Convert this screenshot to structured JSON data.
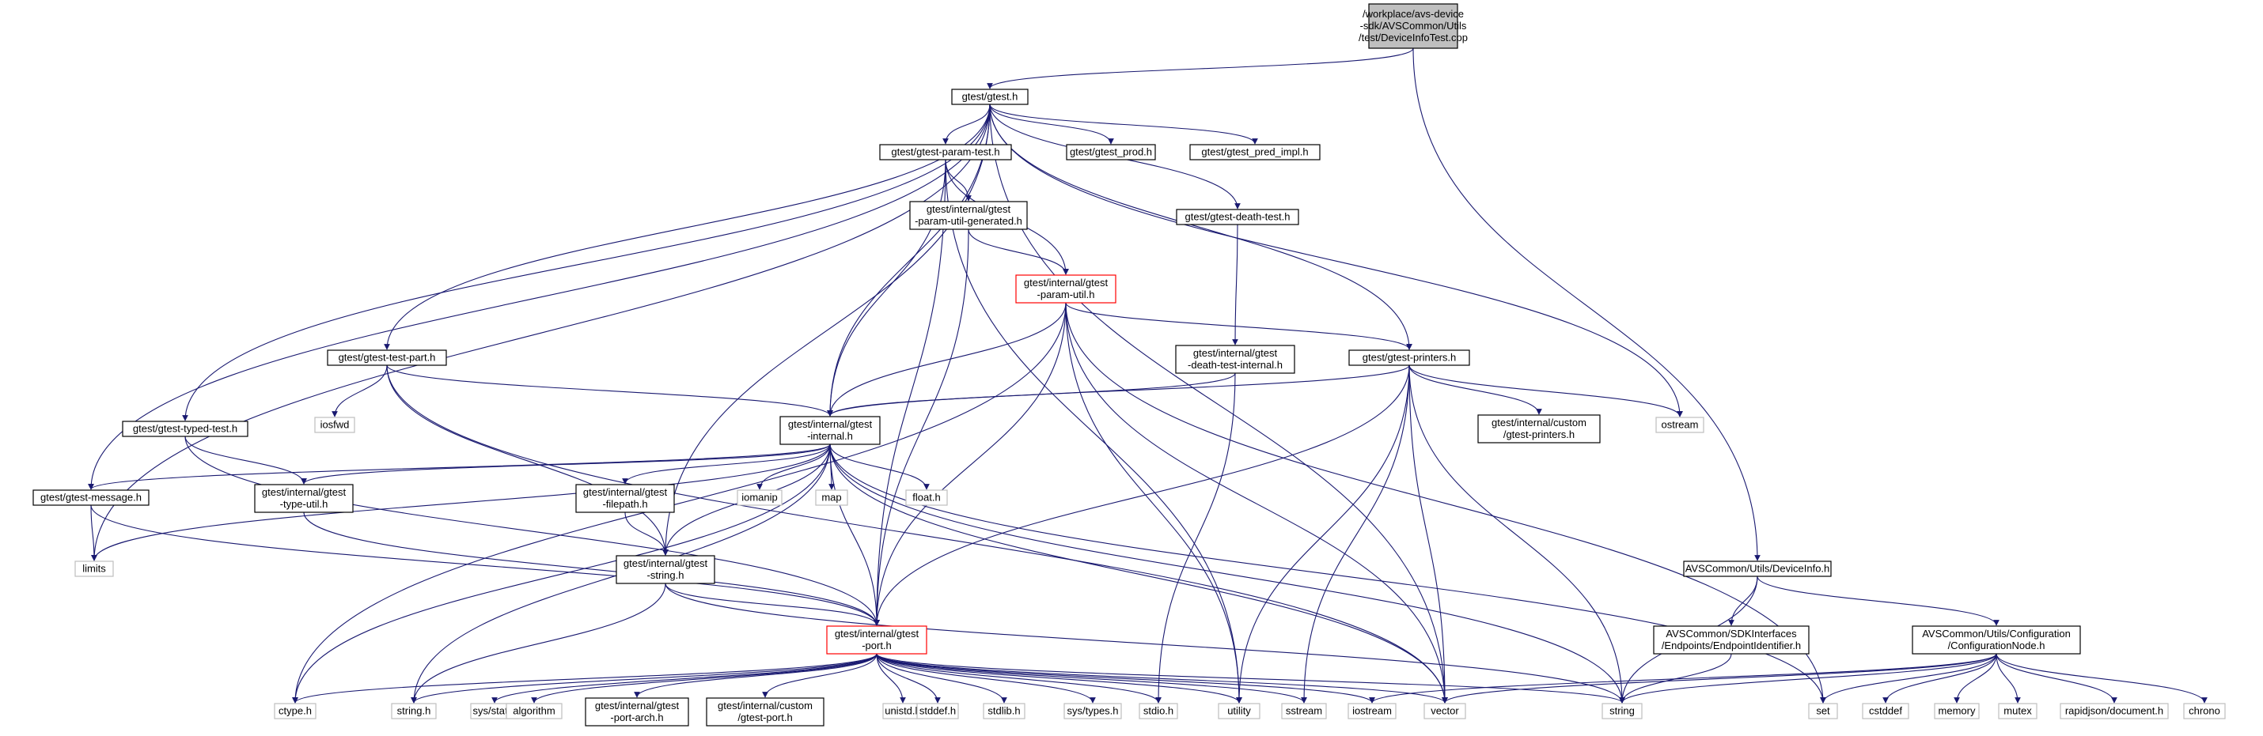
{
  "colors": {
    "edge": "#191970",
    "root_fill": "#bfbfbf",
    "box_border": "#000000",
    "header_border": "#bfbfbf",
    "incomplete_border": "#ff0000"
  },
  "nodes": [
    {
      "id": "root",
      "lines": [
        "/workplace/avs-device",
        "-sdk/AVSCommon/Utils",
        "/test/DeviceInfoTest.cpp"
      ],
      "style": "root"
    },
    {
      "id": "gtest",
      "lines": [
        "gtest/gtest.h"
      ],
      "style": "box"
    },
    {
      "id": "param_test",
      "lines": [
        "gtest/gtest-param-test.h"
      ],
      "style": "box"
    },
    {
      "id": "prod",
      "lines": [
        "gtest/gtest_prod.h"
      ],
      "style": "box"
    },
    {
      "id": "pred_impl",
      "lines": [
        "gtest/gtest_pred_impl.h"
      ],
      "style": "box"
    },
    {
      "id": "param_util_gen",
      "lines": [
        "gtest/internal/gtest",
        "-param-util-generated.h"
      ],
      "style": "box"
    },
    {
      "id": "death_test",
      "lines": [
        "gtest/gtest-death-test.h"
      ],
      "style": "box"
    },
    {
      "id": "param_util",
      "lines": [
        "gtest/internal/gtest",
        "-param-util.h"
      ],
      "style": "red"
    },
    {
      "id": "test_part",
      "lines": [
        "gtest/gtest-test-part.h"
      ],
      "style": "box"
    },
    {
      "id": "death_internal",
      "lines": [
        "gtest/internal/gtest",
        "-death-test-internal.h"
      ],
      "style": "box"
    },
    {
      "id": "printers",
      "lines": [
        "gtest/gtest-printers.h"
      ],
      "style": "box"
    },
    {
      "id": "iosfwd",
      "lines": [
        "iosfwd"
      ],
      "style": "gray"
    },
    {
      "id": "typed_test",
      "lines": [
        "gtest/gtest-typed-test.h"
      ],
      "style": "box"
    },
    {
      "id": "internal",
      "lines": [
        "gtest/internal/gtest",
        "-internal.h"
      ],
      "style": "box"
    },
    {
      "id": "custom_printers",
      "lines": [
        "gtest/internal/custom",
        "/gtest-printers.h"
      ],
      "style": "box"
    },
    {
      "id": "ostream",
      "lines": [
        "ostream"
      ],
      "style": "gray"
    },
    {
      "id": "message",
      "lines": [
        "gtest/gtest-message.h"
      ],
      "style": "box"
    },
    {
      "id": "type_util",
      "lines": [
        "gtest/internal/gtest",
        "-type-util.h"
      ],
      "style": "box"
    },
    {
      "id": "filepath",
      "lines": [
        "gtest/internal/gtest",
        "-filepath.h"
      ],
      "style": "box"
    },
    {
      "id": "iomanip",
      "lines": [
        "iomanip"
      ],
      "style": "gray"
    },
    {
      "id": "map",
      "lines": [
        "map"
      ],
      "style": "gray"
    },
    {
      "id": "float",
      "lines": [
        "float.h"
      ],
      "style": "gray"
    },
    {
      "id": "limits",
      "lines": [
        "limits"
      ],
      "style": "gray"
    },
    {
      "id": "gstring",
      "lines": [
        "gtest/internal/gtest",
        "-string.h"
      ],
      "style": "box"
    },
    {
      "id": "deviceinfo",
      "lines": [
        "AVSCommon/Utils/DeviceInfo.h"
      ],
      "style": "box"
    },
    {
      "id": "endpoint",
      "lines": [
        "AVSCommon/SDKInterfaces",
        "/Endpoints/EndpointIdentifier.h"
      ],
      "style": "box"
    },
    {
      "id": "confignode",
      "lines": [
        "AVSCommon/Utils/Configuration",
        "/ConfigurationNode.h"
      ],
      "style": "box"
    },
    {
      "id": "port",
      "lines": [
        "gtest/internal/gtest",
        "-port.h"
      ],
      "style": "red"
    },
    {
      "id": "ctype",
      "lines": [
        "ctype.h"
      ],
      "style": "gray"
    },
    {
      "id": "string_h",
      "lines": [
        "string.h"
      ],
      "style": "gray"
    },
    {
      "id": "sys_stat",
      "lines": [
        "sys/stat.h"
      ],
      "style": "gray"
    },
    {
      "id": "algorithm",
      "lines": [
        "algorithm"
      ],
      "style": "gray"
    },
    {
      "id": "port_arch",
      "lines": [
        "gtest/internal/gtest",
        "-port-arch.h"
      ],
      "style": "box"
    },
    {
      "id": "custom_port",
      "lines": [
        "gtest/internal/custom",
        "/gtest-port.h"
      ],
      "style": "box"
    },
    {
      "id": "unistd",
      "lines": [
        "unistd.h"
      ],
      "style": "gray"
    },
    {
      "id": "stddef",
      "lines": [
        "stddef.h"
      ],
      "style": "gray"
    },
    {
      "id": "stdlib",
      "lines": [
        "stdlib.h"
      ],
      "style": "gray"
    },
    {
      "id": "sys_types",
      "lines": [
        "sys/types.h"
      ],
      "style": "gray"
    },
    {
      "id": "stdio",
      "lines": [
        "stdio.h"
      ],
      "style": "gray"
    },
    {
      "id": "utility",
      "lines": [
        "utility"
      ],
      "style": "gray"
    },
    {
      "id": "sstream",
      "lines": [
        "sstream"
      ],
      "style": "gray"
    },
    {
      "id": "iostream",
      "lines": [
        "iostream"
      ],
      "style": "gray"
    },
    {
      "id": "vector",
      "lines": [
        "vector"
      ],
      "style": "gray"
    },
    {
      "id": "string",
      "lines": [
        "string"
      ],
      "style": "gray"
    },
    {
      "id": "set",
      "lines": [
        "set"
      ],
      "style": "gray"
    },
    {
      "id": "cstddef",
      "lines": [
        "cstddef"
      ],
      "style": "gray"
    },
    {
      "id": "memory",
      "lines": [
        "memory"
      ],
      "style": "gray"
    },
    {
      "id": "mutex",
      "lines": [
        "mutex"
      ],
      "style": "gray"
    },
    {
      "id": "rapidjson",
      "lines": [
        "rapidjson/document.h"
      ],
      "style": "gray"
    },
    {
      "id": "chrono",
      "lines": [
        "chrono"
      ],
      "style": "gray"
    }
  ],
  "edges": [
    [
      "root",
      "gtest"
    ],
    [
      "root",
      "deviceinfo"
    ],
    [
      "gtest",
      "param_test"
    ],
    [
      "gtest",
      "prod"
    ],
    [
      "gtest",
      "pred_impl"
    ],
    [
      "gtest",
      "death_test"
    ],
    [
      "gtest",
      "test_part"
    ],
    [
      "gtest",
      "printers"
    ],
    [
      "gtest",
      "typed_test"
    ],
    [
      "gtest",
      "internal"
    ],
    [
      "gtest",
      "message"
    ],
    [
      "gtest",
      "gstring"
    ],
    [
      "gtest",
      "limits"
    ],
    [
      "gtest",
      "ostream"
    ],
    [
      "gtest",
      "vector"
    ],
    [
      "param_test",
      "param_util_gen"
    ],
    [
      "param_test",
      "param_util"
    ],
    [
      "param_test",
      "internal"
    ],
    [
      "param_test",
      "port"
    ],
    [
      "param_test",
      "utility"
    ],
    [
      "param_util_gen",
      "param_util"
    ],
    [
      "param_util_gen",
      "port"
    ],
    [
      "death_test",
      "death_internal"
    ],
    [
      "param_util",
      "printers"
    ],
    [
      "param_util",
      "internal"
    ],
    [
      "param_util",
      "port"
    ],
    [
      "param_util",
      "ctype"
    ],
    [
      "param_util",
      "utility"
    ],
    [
      "param_util",
      "vector"
    ],
    [
      "param_util",
      "set"
    ],
    [
      "death_internal",
      "internal"
    ],
    [
      "death_internal",
      "stdio"
    ],
    [
      "test_part",
      "iosfwd"
    ],
    [
      "test_part",
      "internal"
    ],
    [
      "test_part",
      "gstring"
    ],
    [
      "test_part",
      "vector"
    ],
    [
      "printers",
      "internal"
    ],
    [
      "printers",
      "custom_printers"
    ],
    [
      "printers",
      "ostream"
    ],
    [
      "printers",
      "port"
    ],
    [
      "printers",
      "utility"
    ],
    [
      "printers",
      "sstream"
    ],
    [
      "printers",
      "vector"
    ],
    [
      "printers",
      "string"
    ],
    [
      "typed_test",
      "type_util"
    ],
    [
      "typed_test",
      "port"
    ],
    [
      "internal",
      "message"
    ],
    [
      "internal",
      "type_util"
    ],
    [
      "internal",
      "filepath"
    ],
    [
      "internal",
      "iomanip"
    ],
    [
      "internal",
      "map"
    ],
    [
      "internal",
      "float"
    ],
    [
      "internal",
      "limits"
    ],
    [
      "internal",
      "gstring"
    ],
    [
      "internal",
      "port"
    ],
    [
      "internal",
      "ctype"
    ],
    [
      "internal",
      "string_h"
    ],
    [
      "internal",
      "vector"
    ],
    [
      "internal",
      "string"
    ],
    [
      "internal",
      "set"
    ],
    [
      "message",
      "limits"
    ],
    [
      "message",
      "port"
    ],
    [
      "type_util",
      "port"
    ],
    [
      "filepath",
      "gstring"
    ],
    [
      "gstring",
      "port"
    ],
    [
      "gstring",
      "string_h"
    ],
    [
      "gstring",
      "string"
    ],
    [
      "deviceinfo",
      "endpoint"
    ],
    [
      "deviceinfo",
      "confignode"
    ],
    [
      "deviceinfo",
      "string"
    ],
    [
      "endpoint",
      "string"
    ],
    [
      "confignode",
      "iostream"
    ],
    [
      "confignode",
      "vector"
    ],
    [
      "confignode",
      "string"
    ],
    [
      "confignode",
      "set"
    ],
    [
      "confignode",
      "cstddef"
    ],
    [
      "confignode",
      "memory"
    ],
    [
      "confignode",
      "mutex"
    ],
    [
      "confignode",
      "rapidjson"
    ],
    [
      "confignode",
      "chrono"
    ],
    [
      "port",
      "ctype"
    ],
    [
      "port",
      "string_h"
    ],
    [
      "port",
      "sys_stat"
    ],
    [
      "port",
      "algorithm"
    ],
    [
      "port",
      "port_arch"
    ],
    [
      "port",
      "custom_port"
    ],
    [
      "port",
      "unistd"
    ],
    [
      "port",
      "stddef"
    ],
    [
      "port",
      "stdlib"
    ],
    [
      "port",
      "sys_types"
    ],
    [
      "port",
      "stdio"
    ],
    [
      "port",
      "utility"
    ],
    [
      "port",
      "sstream"
    ],
    [
      "port",
      "iostream"
    ],
    [
      "port",
      "vector"
    ],
    [
      "port",
      "string"
    ]
  ]
}
